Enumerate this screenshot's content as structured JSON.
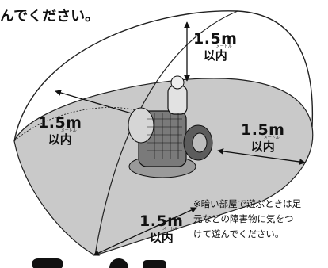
{
  "header": {
    "heading": "んでください。"
  },
  "dimensions": [
    {
      "id": "top",
      "value": "1.5m",
      "ruby": "メートル",
      "text": "以内"
    },
    {
      "id": "left",
      "value": "1.5m",
      "ruby": "メートル",
      "text": "以内"
    },
    {
      "id": "right",
      "value": "1.5m",
      "ruby": "メートル",
      "text": "以内"
    },
    {
      "id": "front",
      "value": "1.5m",
      "ruby": "メートル",
      "text": "以内"
    }
  ],
  "note": {
    "lines": [
      "※暗い部屋で遊ぶときは足",
      "元などの障害物に気をつ",
      "けて遊んでください。"
    ]
  },
  "icons": {
    "robot": "robot-toy-icon"
  },
  "colors": {
    "floor": "#c8c8c8",
    "outline": "#111111",
    "robot_body": "#6e6e6e",
    "robot_light": "#d9d9d9"
  }
}
